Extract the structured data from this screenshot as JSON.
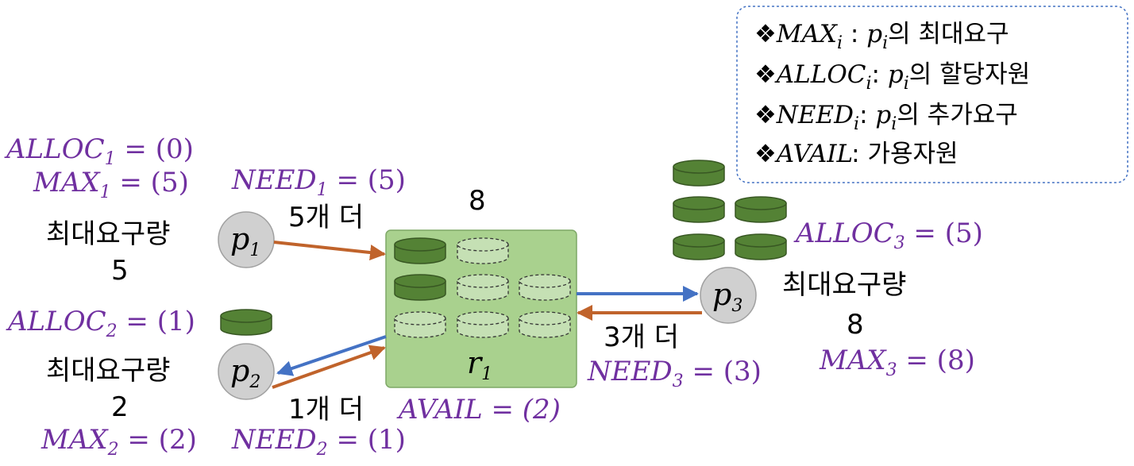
{
  "legend": {
    "items": [
      {
        "bullet": "❖",
        "symbol": "MAX",
        "sub": "i",
        "sep": " : ",
        "proc": "p",
        "proc_sub": "i",
        "text": "의 최대요구"
      },
      {
        "bullet": "❖",
        "symbol": "ALLOC",
        "sub": "i",
        "sep": ": ",
        "proc": "p",
        "proc_sub": "i",
        "text": "의 할당자원"
      },
      {
        "bullet": "❖",
        "symbol": "NEED",
        "sub": "i",
        "sep": ": ",
        "proc": "p",
        "proc_sub": "i",
        "text": "의 추가요구"
      },
      {
        "bullet": "❖",
        "symbol": "AVAIL",
        "sub": "",
        "sep": ": ",
        "proc": "",
        "proc_sub": "",
        "text": "가용자원"
      }
    ]
  },
  "resource": {
    "name": "r",
    "sub": "1",
    "total": "8",
    "avail_label": "AVAIL = (2)"
  },
  "processes": {
    "p1": {
      "name": "p",
      "sub": "1",
      "alloc": "ALLOC",
      "alloc_sub": "1",
      "alloc_val": " = (0)",
      "max": "MAX",
      "max_sub": "1",
      "max_val": " = (5)",
      "need": "NEED",
      "need_sub": "1",
      "need_val": " = (5)",
      "max_label": "최대요구량",
      "max_num": "5",
      "request_label": "5개 더"
    },
    "p2": {
      "name": "p",
      "sub": "2",
      "alloc": "ALLOC",
      "alloc_sub": "2",
      "alloc_val": " = (1)",
      "max": "MAX",
      "max_sub": "2",
      "max_val": " = (2)",
      "need": "NEED",
      "need_sub": "2",
      "need_val": " = (1)",
      "max_label": "최대요구량",
      "max_num": "2",
      "request_label": "1개 더"
    },
    "p3": {
      "name": "p",
      "sub": "3",
      "alloc": "ALLOC",
      "alloc_sub": "3",
      "alloc_val": " = (5)",
      "max": "MAX",
      "max_sub": "3",
      "max_val": " = (8)",
      "need": "NEED",
      "need_sub": "3",
      "need_val": " = (3)",
      "max_label": "최대요구량",
      "max_num": "8",
      "request_label": "3개 더"
    }
  },
  "colors": {
    "request_arrow": "#c0632b",
    "assign_arrow": "#4472c4",
    "math": "#7030a0",
    "resource_box": "#a9d18e",
    "unit_filled": "#548235",
    "unit_empty": "#c5e0b4",
    "node_fill": "#d0d0d0",
    "legend_border": "#4472c4"
  },
  "icons": {
    "bullet": "diamond-bullet-icon",
    "unit": "resource-unit-icon"
  }
}
